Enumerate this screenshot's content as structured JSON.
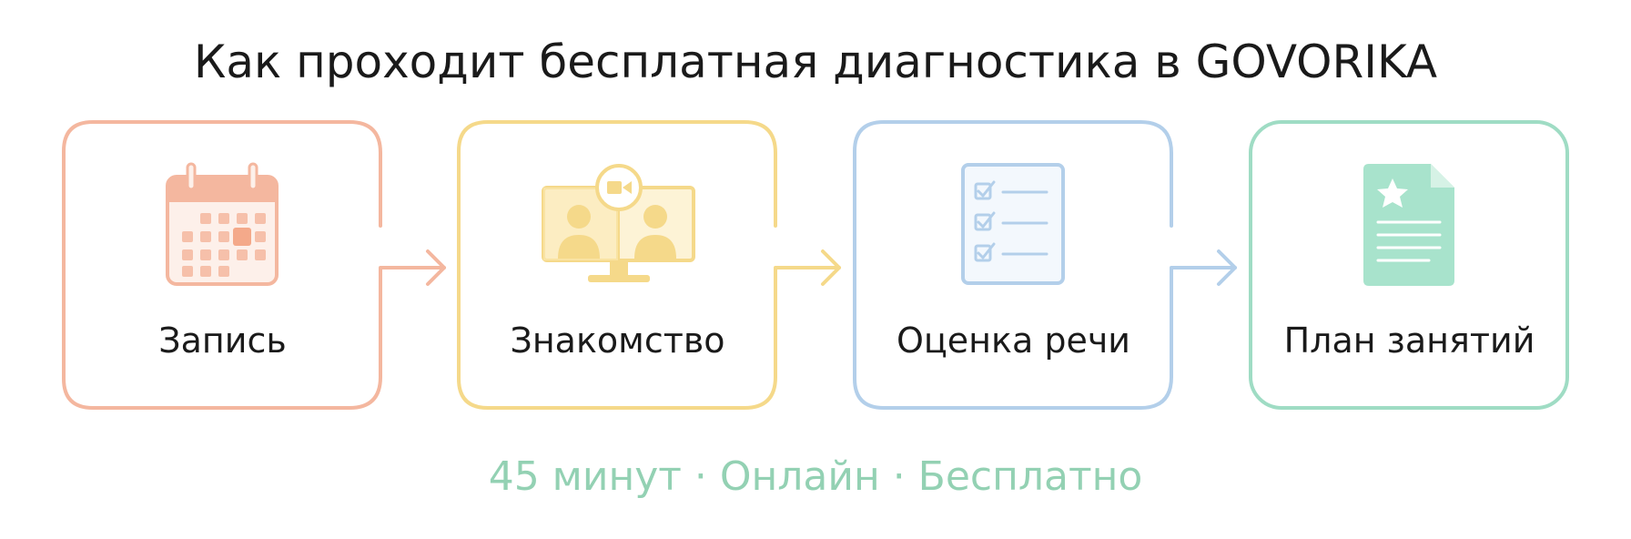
{
  "title": "Как проходит бесплатная диагностика в GOVORIKA",
  "steps": [
    {
      "label": "Запись",
      "icon": "calendar-icon",
      "color": "#f4b79f"
    },
    {
      "label": "Знакомство",
      "icon": "video-call-icon",
      "color": "#f5d98a"
    },
    {
      "label": "Оценка речи",
      "icon": "checklist-icon",
      "color": "#b3cfea"
    },
    {
      "label": "План занятий",
      "icon": "document-star-icon",
      "color": "#9fdcc4"
    }
  ],
  "footer": "45 минут · Онлайн · Бесплатно",
  "colors": {
    "footer": "#93d1b3",
    "text": "#1a1a1a"
  }
}
